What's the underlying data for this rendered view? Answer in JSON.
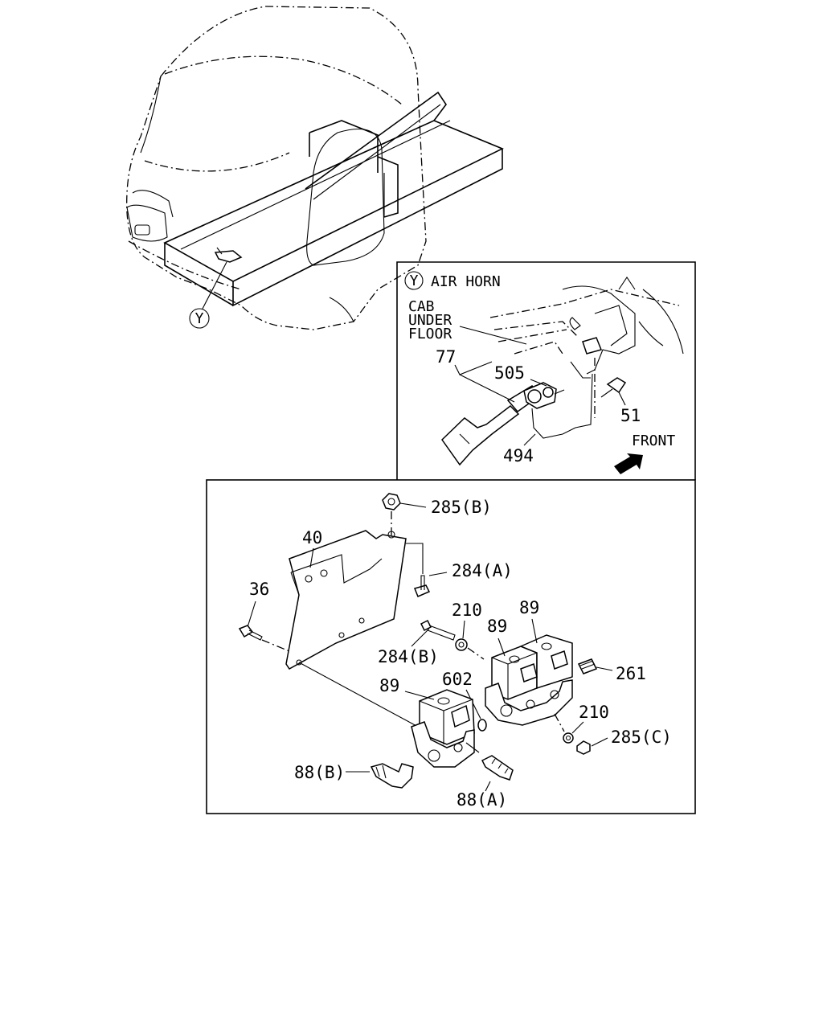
{
  "overview": {
    "view_marker": "Y"
  },
  "detail_y": {
    "marker": "Y",
    "title": "AIR HORN",
    "location_lines": [
      "CAB",
      "UNDER",
      "FLOOR"
    ],
    "callouts": {
      "horn": "77",
      "bracket_nut": "505",
      "bolt": "51",
      "harness": "494"
    },
    "direction_label": "FRONT"
  },
  "detail_valves": {
    "callouts": {
      "nut_top": "285(B)",
      "bracket": "40",
      "bolt_a": "284(A)",
      "bolt_side": "36",
      "washer_top": "210",
      "valve_top_left": "89",
      "valve_top_right": "89",
      "bolt_b": "284(B)",
      "fitting_right": "261",
      "oring": "602",
      "valve_lower": "89",
      "washer_right": "210",
      "nut_right": "285(C)",
      "elbow": "88(B)",
      "connector": "88(A)"
    }
  }
}
